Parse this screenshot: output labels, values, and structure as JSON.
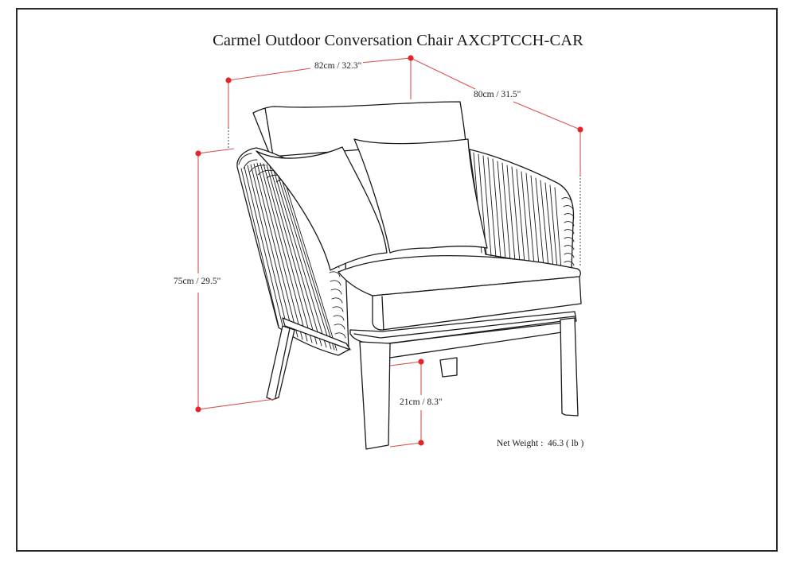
{
  "title": "Carmel Outdoor Conversation Chair AXCPTCCH-CAR",
  "dimensions": {
    "width": "82cm / 32.3\"",
    "depth": "80cm / 31.5\"",
    "height": "75cm / 29.5\"",
    "seat_clearance": "21cm / 8.3\""
  },
  "net_weight": {
    "label": "Net Weight :",
    "value": "46.3 ( lb )"
  },
  "colors": {
    "dimension_line": "#d9534f",
    "dimension_dot": "#e0262a",
    "outline": "#1a1a1a",
    "frame": "#2a2a2a"
  }
}
